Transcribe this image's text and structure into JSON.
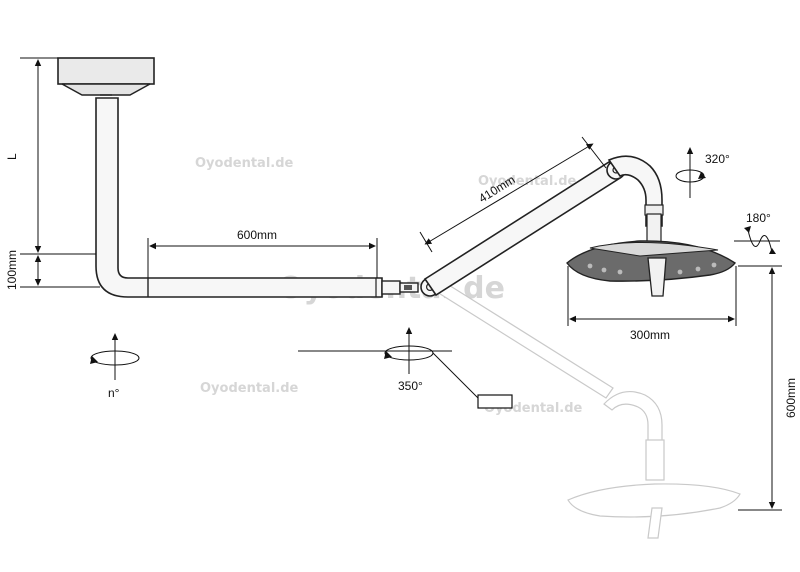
{
  "labels": {
    "L": "L",
    "h100": "100mm",
    "arm600": "600mm",
    "arm410": "410mm",
    "rot320": "320°",
    "rot180": "180°",
    "width300": "300mm",
    "rot350": "350°",
    "rotN": "n°",
    "h600": "600mm"
  },
  "watermark": {
    "text_small": "Oyodental.de",
    "text_large": "Oyodental.de"
  },
  "colors": {
    "line": "#111111",
    "arm_fill": "#f7f7f7",
    "ghost_line": "#c9c9c9",
    "watermark": "#d6d6d6"
  },
  "icons": [
    "rotation-arrow-icon",
    "tilt-arrow-icon"
  ]
}
